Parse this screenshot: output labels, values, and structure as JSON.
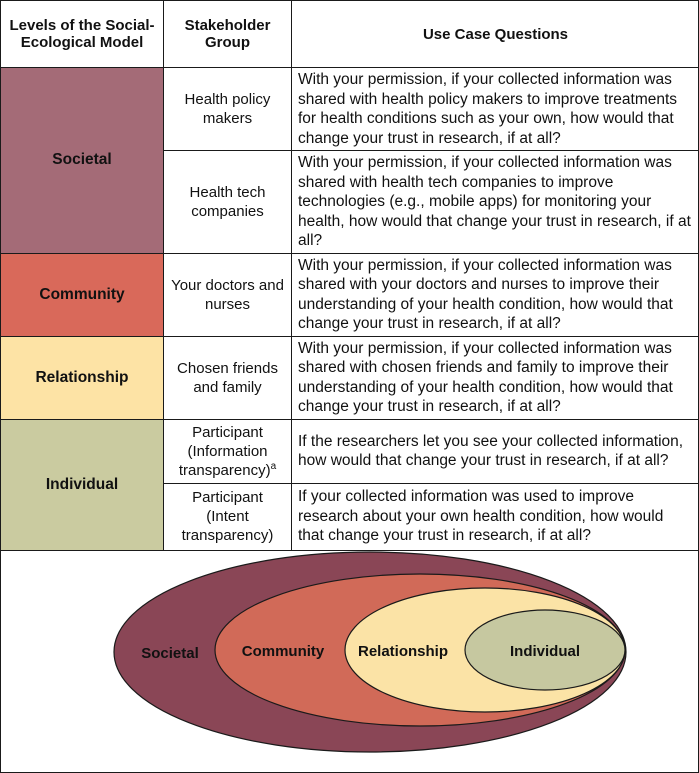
{
  "table": {
    "headers": {
      "levels": "Levels of the Social-Ecological Model",
      "stakeholder": "Stakeholder Group",
      "questions": "Use Case Questions"
    },
    "levels": {
      "societal": "Societal",
      "community": "Community",
      "relationship": "Relationship",
      "individual": "Individual"
    },
    "rows": [
      {
        "stakeholder": "Health policy makers",
        "question": "With your permission, if your collected information was shared with health policy makers to improve treatments for health conditions such as your own, how would that change your trust in research, if at all?"
      },
      {
        "stakeholder": "Health tech companies",
        "question": "With your permission, if your collected information was shared with health tech companies to improve technologies (e.g., mobile apps) for monitoring your health, how would that change your trust in research, if at all?"
      },
      {
        "stakeholder": "Your doctors and nurses",
        "question": "With your permission, if your collected information was shared with your doctors and nurses to improve their understanding of your health condition, how would that change your trust in research, if at all?"
      },
      {
        "stakeholder": "Chosen friends and family",
        "question": "With your permission, if your collected information was shared with chosen friends and family to improve their understanding of your health condition, how would that change your trust in research, if at all?"
      },
      {
        "stakeholder": "Participant (Information transparency)",
        "stakeholder_sup": "a",
        "question": "If the researchers let you see your collected information, how would that change your trust in research, if at all?"
      },
      {
        "stakeholder": "Participant (Intent transparency)",
        "question": "If your collected information was used to improve research about your own health condition, how would that change your trust in research, if at all?"
      }
    ]
  },
  "diagram": {
    "labels": {
      "societal": "Societal",
      "community": "Community",
      "relationship": "Relationship",
      "individual": "Individual"
    },
    "colors": {
      "societal": "#8a4656",
      "community": "#d16a58",
      "relationship": "#fbe3a6",
      "individual": "#c6c8a0",
      "border": "#1a1a1a"
    }
  }
}
